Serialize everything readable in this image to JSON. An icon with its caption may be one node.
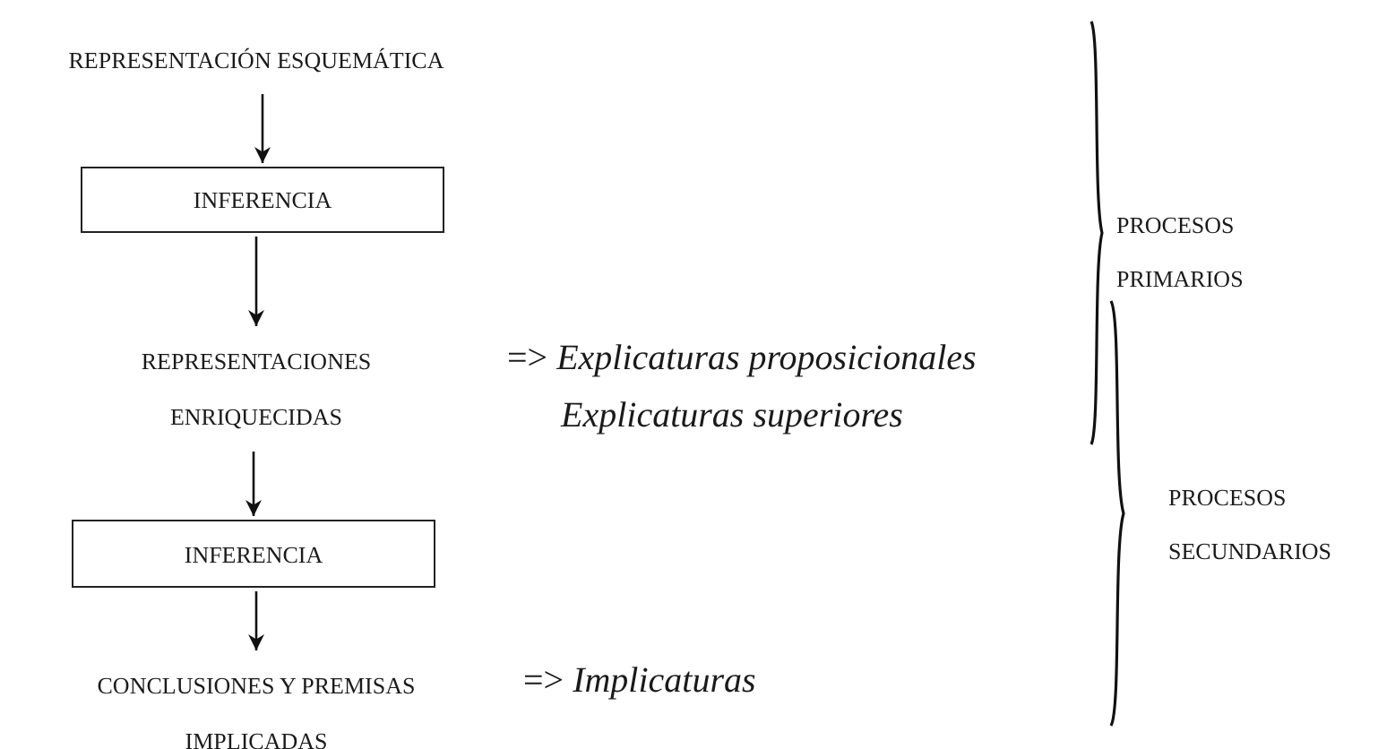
{
  "diagram": {
    "nodes": [
      {
        "text": [
          "REPRESENTACIÓN ESQUEMÁTICA"
        ]
      },
      {
        "text": [
          "INFERENCIA"
        ]
      },
      {
        "text": [
          "REPRESENTACIONES ENRIQUECIDAS"
        ]
      },
      {
        "text": [
          "INFERENCIA"
        ]
      },
      {
        "text": [
          "CONCLUSIONES Y PREMISAS IMPLICADAS"
        ]
      }
    ],
    "edges": [
      {
        "from": 0,
        "to": 1,
        "arrow": "to"
      },
      {
        "from": 1,
        "to": 2,
        "arrow": "to"
      },
      {
        "from": 2,
        "to": 3,
        "arrow": "to"
      },
      {
        "from": 3,
        "to": 4,
        "arrow": "to"
      }
    ],
    "labels": [
      "=> *Explicaturas proposicionales*",
      "*Explicaturas superiores*",
      "=> *Implicaturas*",
      "PROCESOS PRIMARIOS",
      "PROCESOS SECUNDARIOS"
    ]
  }
}
